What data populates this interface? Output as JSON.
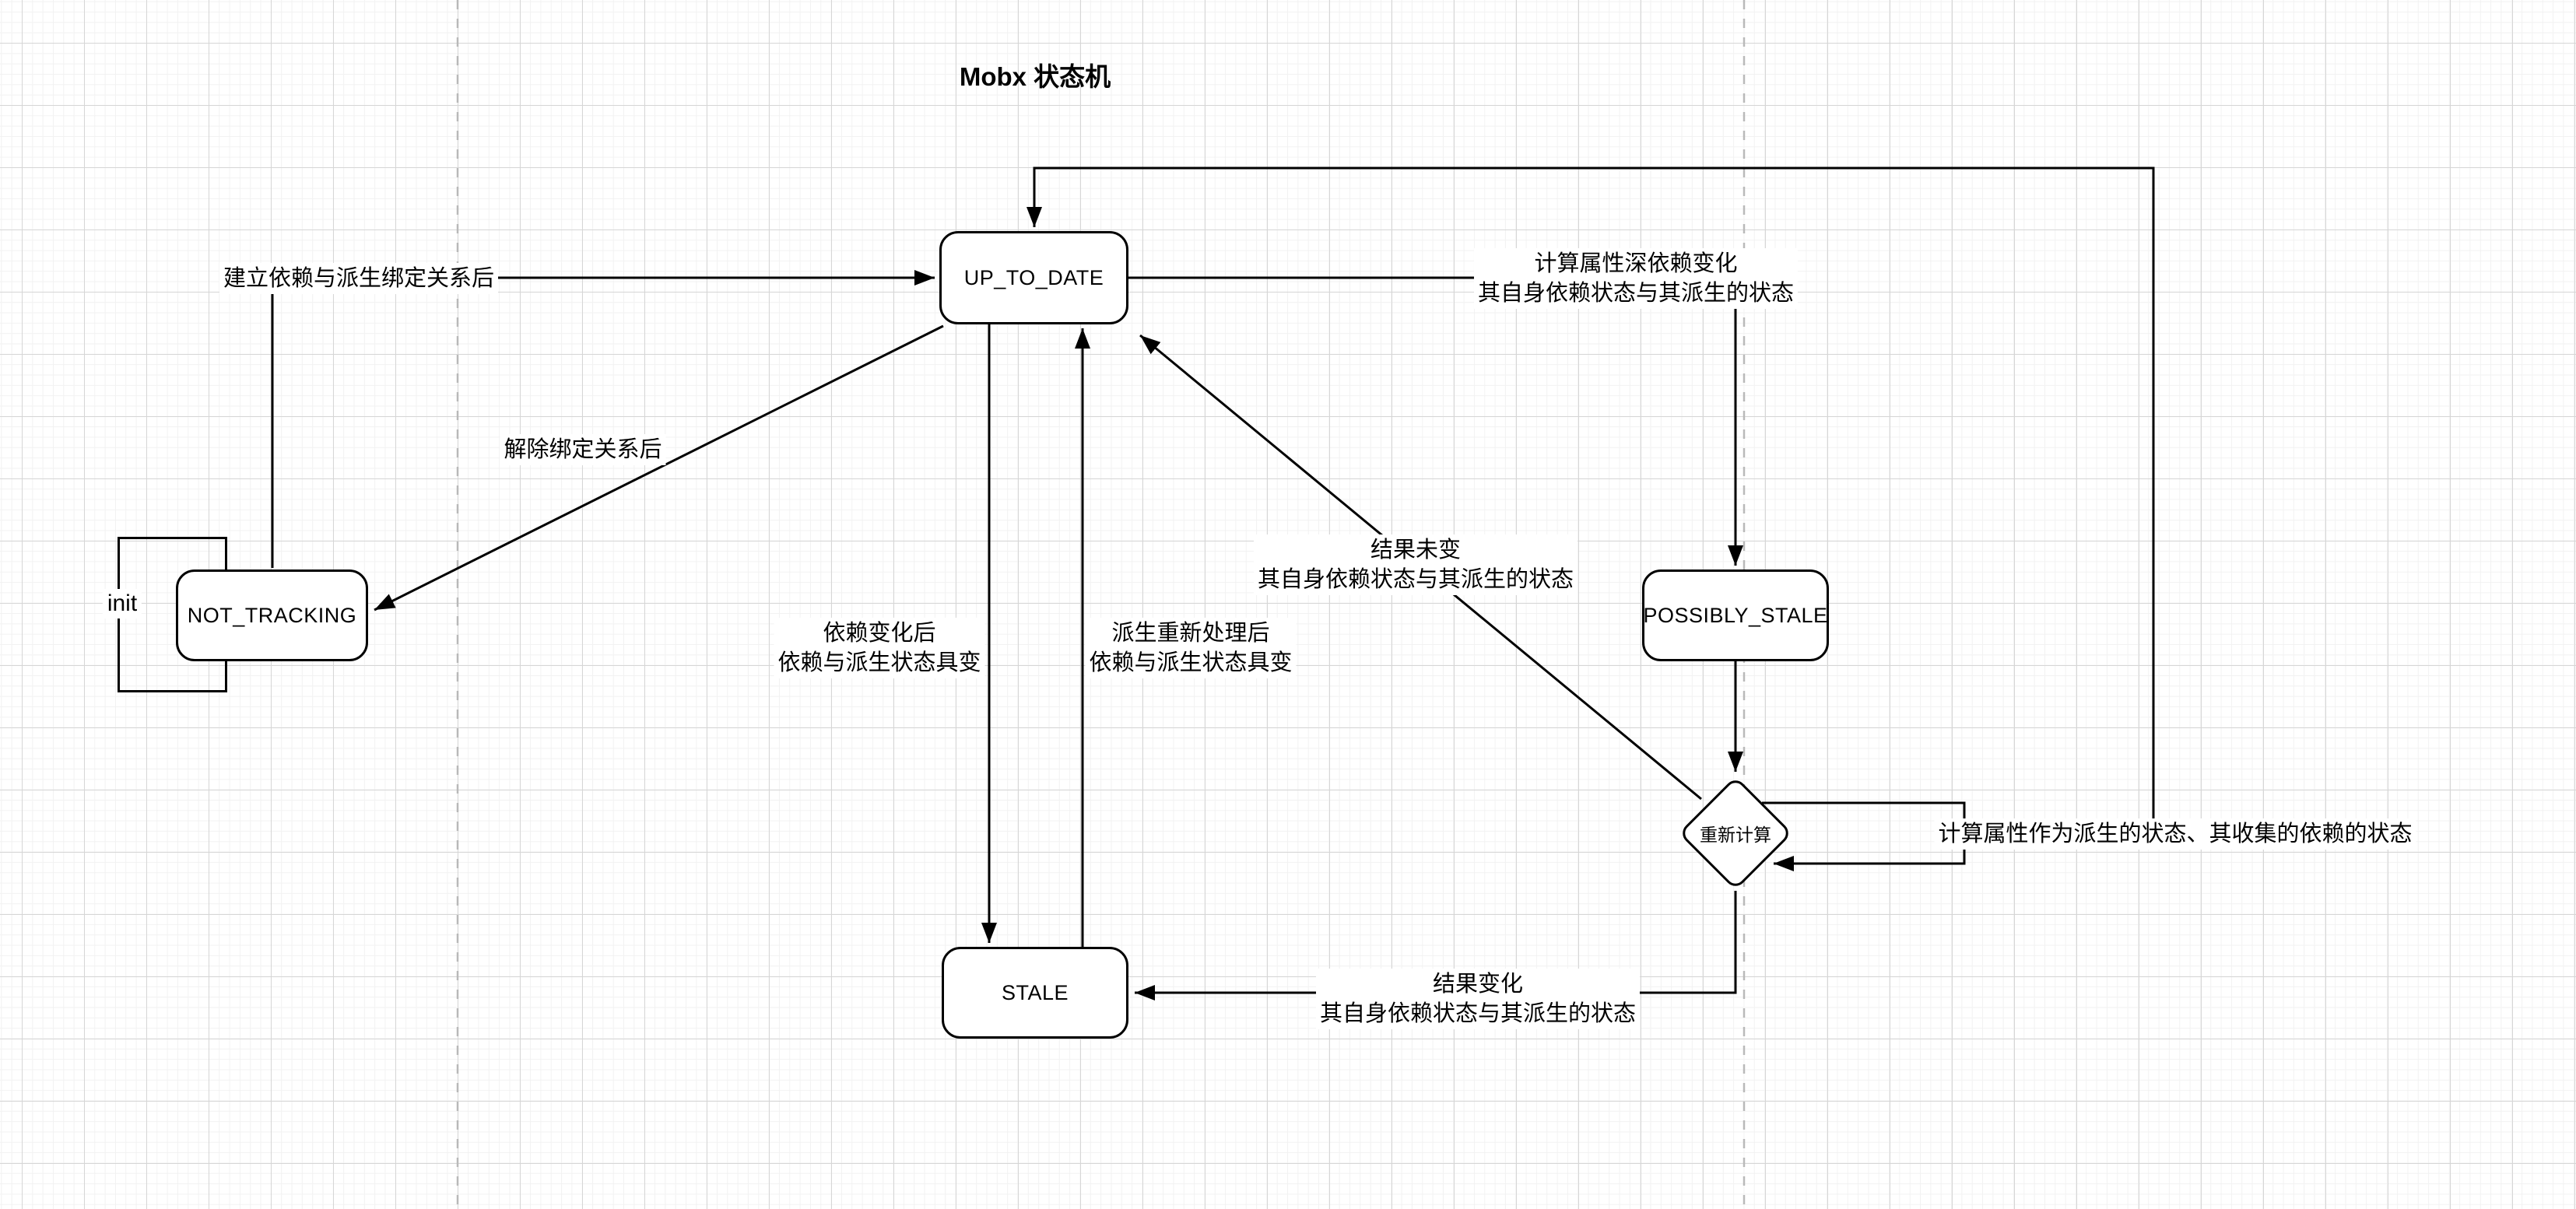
{
  "diagram": {
    "title": "Mobx 状态机",
    "nodes": {
      "init": "init",
      "not_tracking": "NOT_TRACKING",
      "up_to_date": "UP_TO_DATE",
      "possibly_stale": "POSSIBLY_STALE",
      "stale": "STALE",
      "recompute": "重新计算"
    },
    "edge_labels": {
      "bind_established": "建立依赖与派生绑定关系后",
      "unbind": "解除绑定关系后",
      "deep_dep_change": [
        "计算属性深依赖变化",
        "其自身依赖状态与其派生的状态"
      ],
      "result_unchanged": [
        "结果未变",
        "其自身依赖状态与其派生的状态"
      ],
      "dep_changed": [
        "依赖变化后",
        "依赖与派生状态具变"
      ],
      "derivation_reprocessed": [
        "派生重新处理后",
        "依赖与派生状态具变"
      ],
      "computed_property_states": "计算属性作为派生的状态、其收集的依赖的状态",
      "result_changed": [
        "结果变化",
        "其自身依赖状态与其派生的状态"
      ]
    },
    "colors": {
      "stroke": "#000000",
      "node_fill": "#ffffff",
      "grid_minor": "#f2f2f2",
      "grid_major": "#d6d6d6",
      "page_break": "#b9b9b9"
    }
  }
}
